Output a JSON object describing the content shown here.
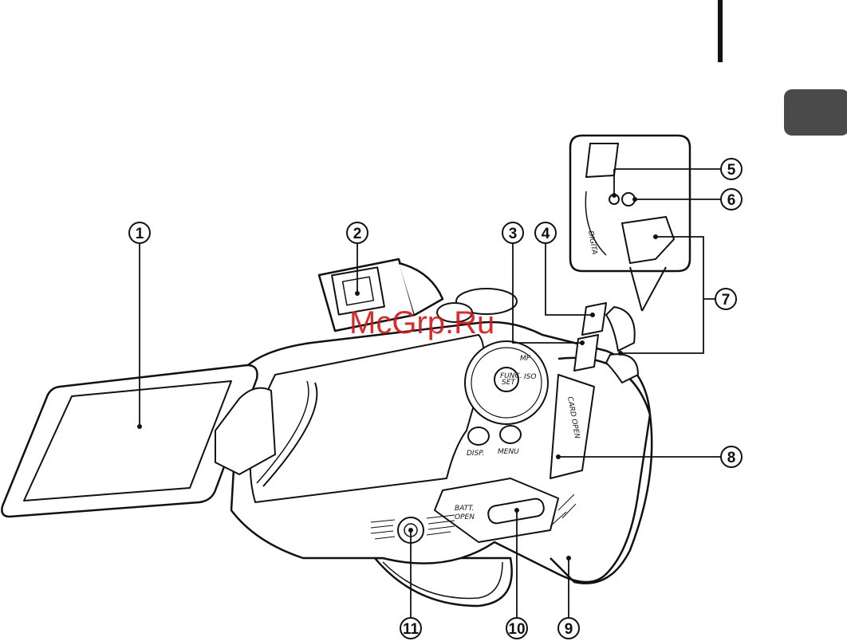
{
  "callouts": [
    {
      "id": "1",
      "label": "1"
    },
    {
      "id": "2",
      "label": "2"
    },
    {
      "id": "3",
      "label": "3"
    },
    {
      "id": "4",
      "label": "4"
    },
    {
      "id": "5",
      "label": "5"
    },
    {
      "id": "6",
      "label": "6"
    },
    {
      "id": "7",
      "label": "7"
    },
    {
      "id": "8",
      "label": "8"
    },
    {
      "id": "9",
      "label": "9"
    },
    {
      "id": "10",
      "label": "10"
    },
    {
      "id": "11",
      "label": "11"
    }
  ],
  "camera_labels": {
    "func_set_top": "FUNC.",
    "func_set_bottom": "SET",
    "mf": "MF",
    "iso": "ISO",
    "disp": "DISP.",
    "menu": "MENU",
    "card_open": "CARD OPEN",
    "batt_open_top": "BATT.",
    "batt_open_bottom": "OPEN",
    "digital": "DIGITA"
  },
  "watermark": "McGrp.Ru",
  "colors": {
    "line": "#111111",
    "tab": "#4a4a4a",
    "watermark": "#d11818"
  }
}
